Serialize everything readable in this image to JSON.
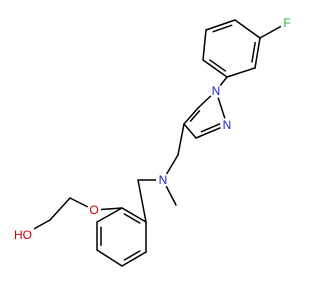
{
  "molecule": {
    "colors": {
      "bond": "#000000",
      "carbon": "#000000",
      "nitrogen": "#1f1fcc",
      "oxygen": "#cc0000",
      "fluorine": "#33aa33"
    },
    "atoms": {
      "F": "F",
      "N_pyrazole_1": "N",
      "N_pyrazole_2": "N",
      "N_amine": "N",
      "O_ether": "O",
      "OH": "HO"
    }
  }
}
